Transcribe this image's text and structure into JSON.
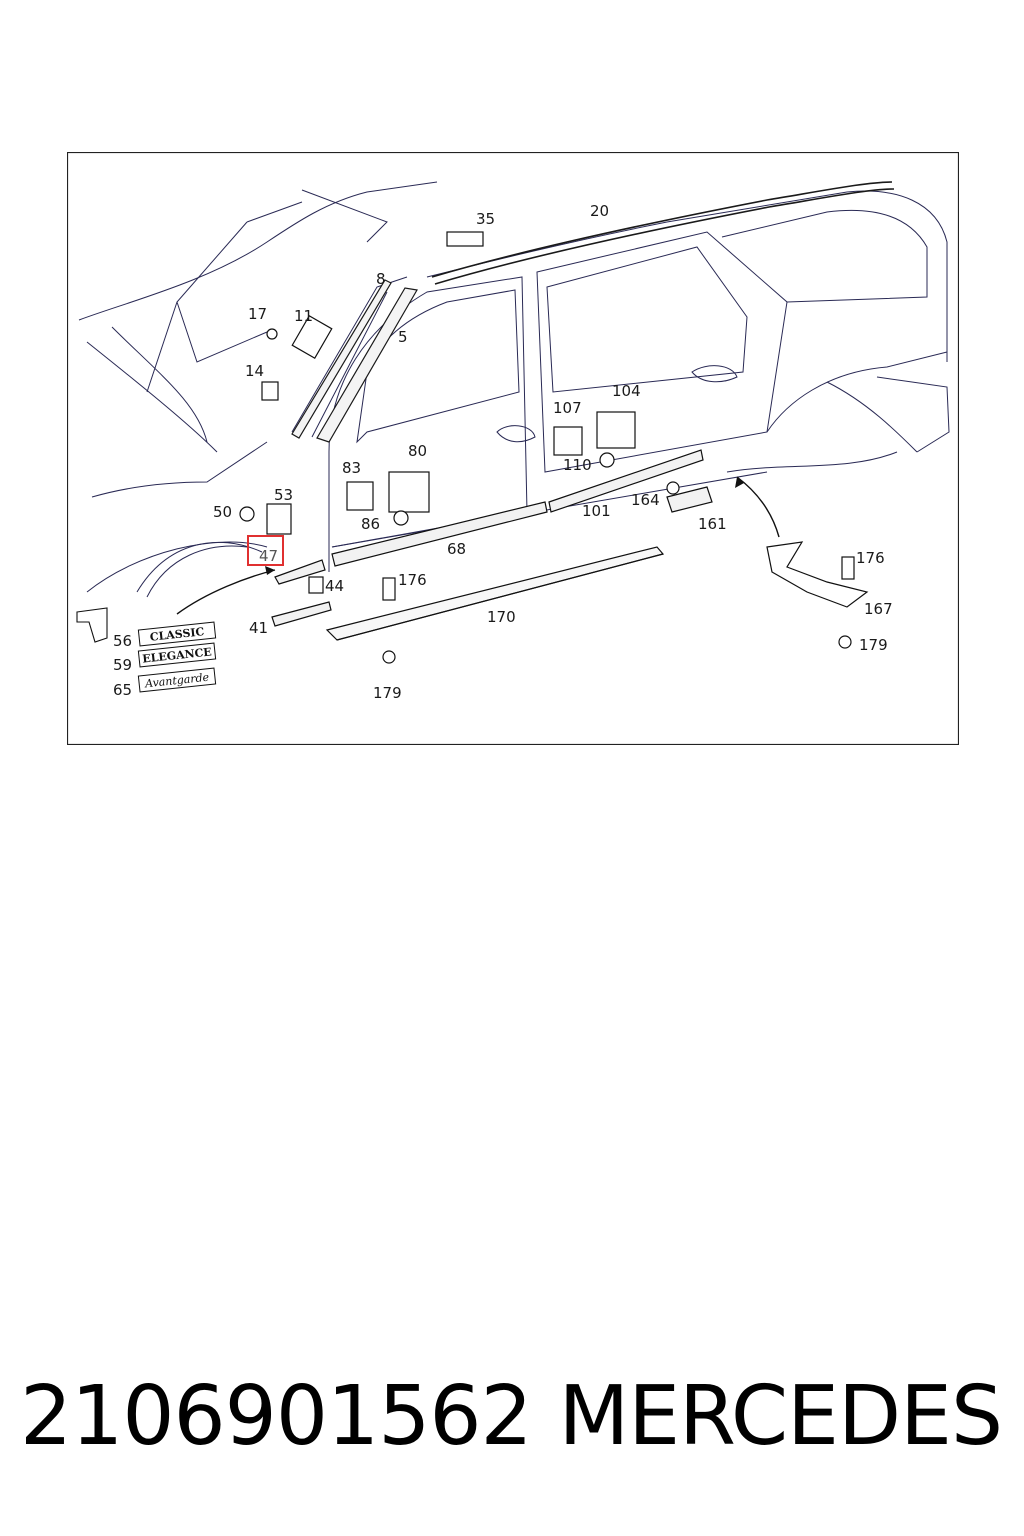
{
  "diagram": {
    "callouts": [
      {
        "id": "c35",
        "label": "35"
      },
      {
        "id": "c20",
        "label": "20"
      },
      {
        "id": "c8",
        "label": "8"
      },
      {
        "id": "c17",
        "label": "17"
      },
      {
        "id": "c11",
        "label": "11"
      },
      {
        "id": "c5",
        "label": "5"
      },
      {
        "id": "c14",
        "label": "14"
      },
      {
        "id": "c107",
        "label": "107"
      },
      {
        "id": "c104",
        "label": "104"
      },
      {
        "id": "c80",
        "label": "80"
      },
      {
        "id": "c83",
        "label": "83"
      },
      {
        "id": "c110",
        "label": "110"
      },
      {
        "id": "c53",
        "label": "53"
      },
      {
        "id": "c50",
        "label": "50"
      },
      {
        "id": "c164",
        "label": "164"
      },
      {
        "id": "c86",
        "label": "86"
      },
      {
        "id": "c101",
        "label": "101"
      },
      {
        "id": "c161",
        "label": "161"
      },
      {
        "id": "c47",
        "label": "47"
      },
      {
        "id": "c68",
        "label": "68"
      },
      {
        "id": "c176a",
        "label": "176"
      },
      {
        "id": "c44",
        "label": "44"
      },
      {
        "id": "c176b",
        "label": "176"
      },
      {
        "id": "c170",
        "label": "170"
      },
      {
        "id": "c167",
        "label": "167"
      },
      {
        "id": "c41",
        "label": "41"
      },
      {
        "id": "c56",
        "label": "56"
      },
      {
        "id": "c179a",
        "label": "179"
      },
      {
        "id": "c59",
        "label": "59"
      },
      {
        "id": "c65",
        "label": "65"
      },
      {
        "id": "c179b",
        "label": "179"
      }
    ],
    "badges": {
      "classic": "CLASSIC",
      "elegance": "ELEGANCE",
      "avantgarde": "Avantgarde"
    },
    "highlight_color": "#e03030"
  },
  "footer": {
    "part_number": "2106901562",
    "brand": "MERCEDES"
  }
}
